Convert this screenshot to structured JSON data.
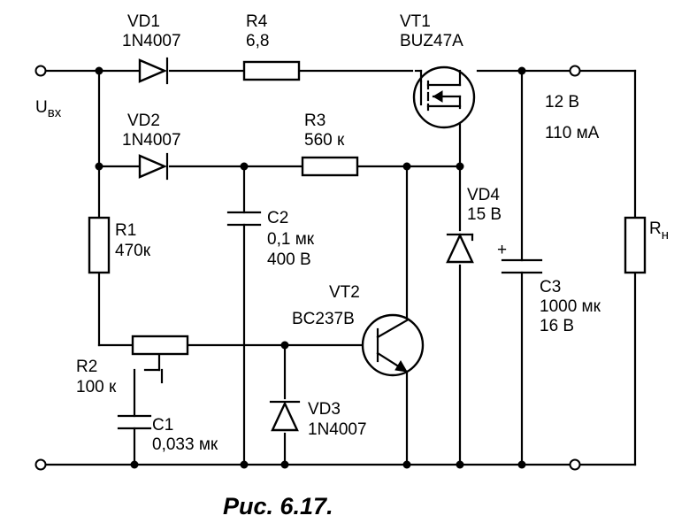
{
  "caption": "Рис. 6.17.",
  "input": {
    "label_main": "U",
    "label_sub": "вх"
  },
  "load": {
    "label_main": "R",
    "label_sub": "н"
  },
  "output": {
    "voltage": "12 В",
    "current": "110 мА"
  },
  "components": {
    "vd1": {
      "ref": "VD1",
      "value": "1N4007"
    },
    "vd2": {
      "ref": "VD2",
      "value": "1N4007"
    },
    "r4": {
      "ref": "R4",
      "value": "6,8"
    },
    "r3": {
      "ref": "R3",
      "value": "560 к"
    },
    "vt1": {
      "ref": "VT1",
      "value": "BUZ47A"
    },
    "r1": {
      "ref": "R1",
      "value": "470к"
    },
    "c2": {
      "ref": "C2",
      "value": "0,1 мк",
      "rating": "400 В"
    },
    "vd4": {
      "ref": "VD4",
      "value": "15 В"
    },
    "c3": {
      "ref": "C3",
      "value": "1000 мк",
      "rating": "16 В",
      "polarity": "+"
    },
    "vt2": {
      "ref": "VT2",
      "value": "BC237B"
    },
    "r2": {
      "ref": "R2",
      "value": "100 к"
    },
    "c1": {
      "ref": "C1",
      "value": "0,033 мк"
    },
    "vd3": {
      "ref": "VD3",
      "value": "1N4007"
    }
  }
}
